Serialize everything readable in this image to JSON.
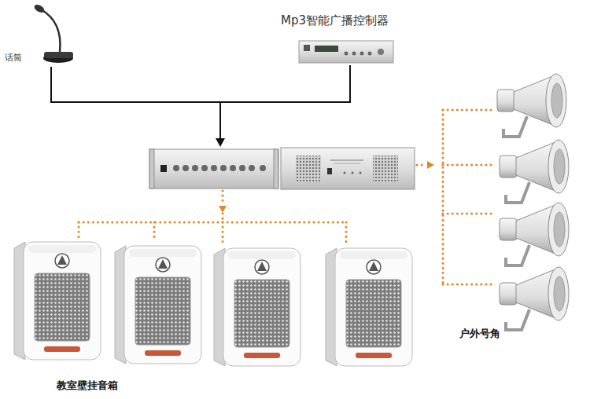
{
  "diagram": {
    "nodes": [
      {
        "text": [
          "话筒"
        ]
      },
      {
        "text": [
          "Mp3智能广播控制器"
        ]
      },
      {
        "text": [
          "教室壁挂音箱"
        ]
      },
      {
        "text": [
          "户外号角"
        ]
      }
    ]
  }
}
